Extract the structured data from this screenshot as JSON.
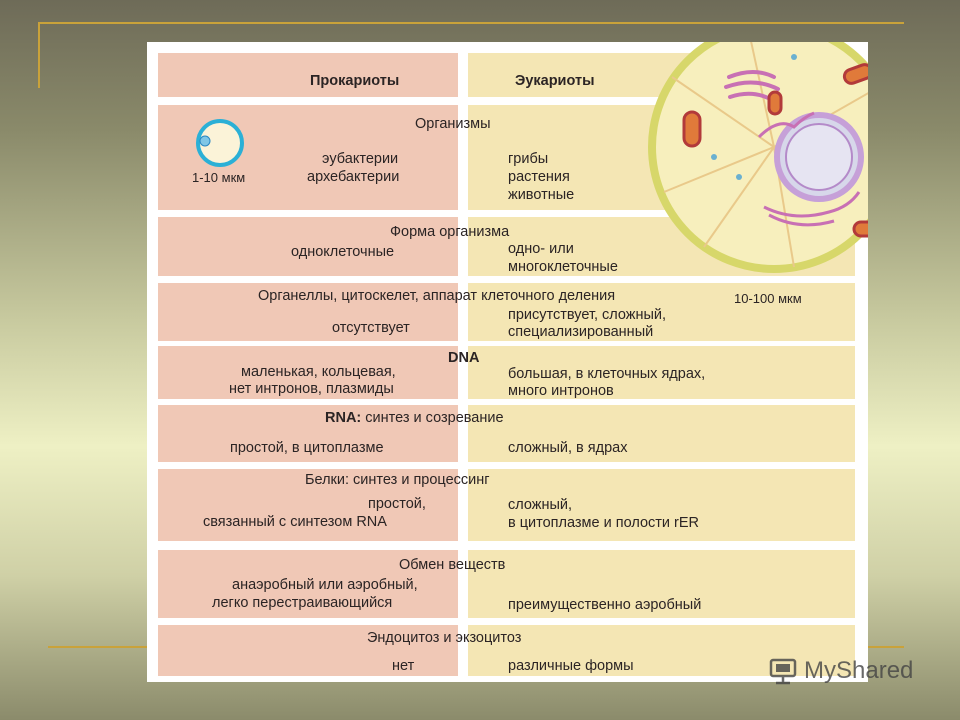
{
  "header": {
    "prokaryotes": "Прокариоты",
    "eukaryotes": "Эукариоты"
  },
  "organisms": {
    "title": "Организмы",
    "size": "1-10 мкм",
    "left": [
      "эубактерии",
      "архебактерии"
    ],
    "right": [
      "грибы",
      "растения",
      "животные"
    ]
  },
  "form": {
    "title": "Форма организма",
    "left": "одноклеточные",
    "right": [
      "одно- или",
      "многоклеточные"
    ]
  },
  "organelles": {
    "title": "Органеллы, цитоскелет, аппарат клеточного деления",
    "size": "10-100 мкм",
    "left": "отсутствует",
    "right": [
      "присутствует, сложный,",
      "специализированный"
    ]
  },
  "dna": {
    "title": "DNA",
    "left": [
      "маленькая, кольцевая,",
      "нет интронов, плазмиды"
    ],
    "right": [
      "большая, в клеточных ядрах,",
      "много интронов"
    ]
  },
  "rna": {
    "title_bold": "RNA:",
    "title_rest": " синтез и созревание",
    "left": "простой, в цитоплазме",
    "right": "сложный, в ядрах"
  },
  "proteins": {
    "title": "Белки: синтез и процессинг",
    "left": [
      "простой,",
      "связанный с  синтезом RNA"
    ],
    "right": [
      "сложный,",
      "в цитоплазме и полости rER"
    ]
  },
  "metabolism": {
    "title": "Обмен веществ",
    "left": [
      "анаэробный или аэробный,",
      "легко перестраивающийся"
    ],
    "right": "преимущественно аэробный"
  },
  "endo": {
    "title": "Эндоцитоз и экзоцитоз",
    "left": "нет",
    "right": "различные формы"
  },
  "logo": {
    "text": "MyShared"
  }
}
